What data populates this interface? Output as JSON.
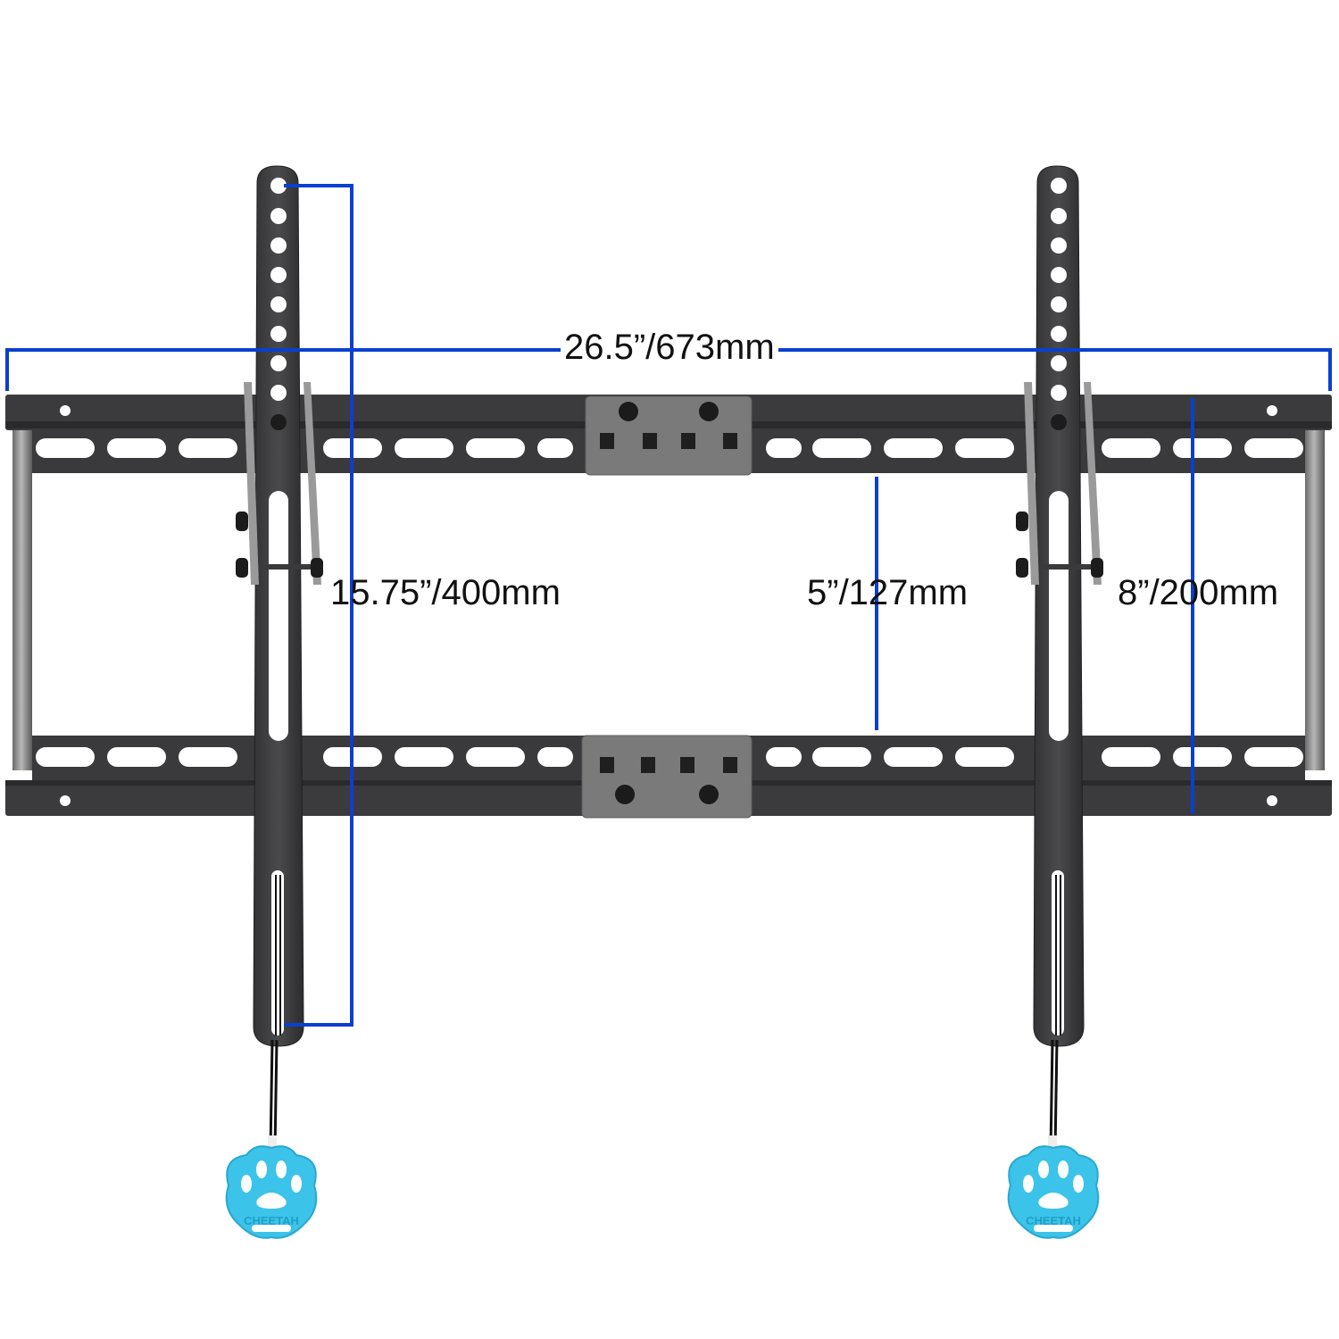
{
  "product": {
    "type": "tilting TV wall mount",
    "brand_tag": "CHEETAH"
  },
  "colors": {
    "dimension_line": "#0a3fd0",
    "metal_dark": "#3a3a3c",
    "metal_edge": "#2a2a2c",
    "plate_gray": "#7a7a7a",
    "tag_cyan": "#3cc3ea",
    "background": "#ffffff"
  },
  "dimensions": {
    "width": {
      "label": "26.5”/673mm",
      "inches": 26.5,
      "mm": 673
    },
    "vesa_vertical_max": {
      "label": "15.75”/400mm",
      "inches": 15.75,
      "mm": 400
    },
    "rail_gap": {
      "label": "5”/127mm",
      "inches": 5,
      "mm": 127
    },
    "rail_height": {
      "label": "8”/200mm",
      "inches": 8,
      "mm": 200
    }
  },
  "pull_tags": [
    {
      "text": "CHEETAH",
      "side": "left"
    },
    {
      "text": "CHEETAH",
      "side": "right"
    }
  ]
}
